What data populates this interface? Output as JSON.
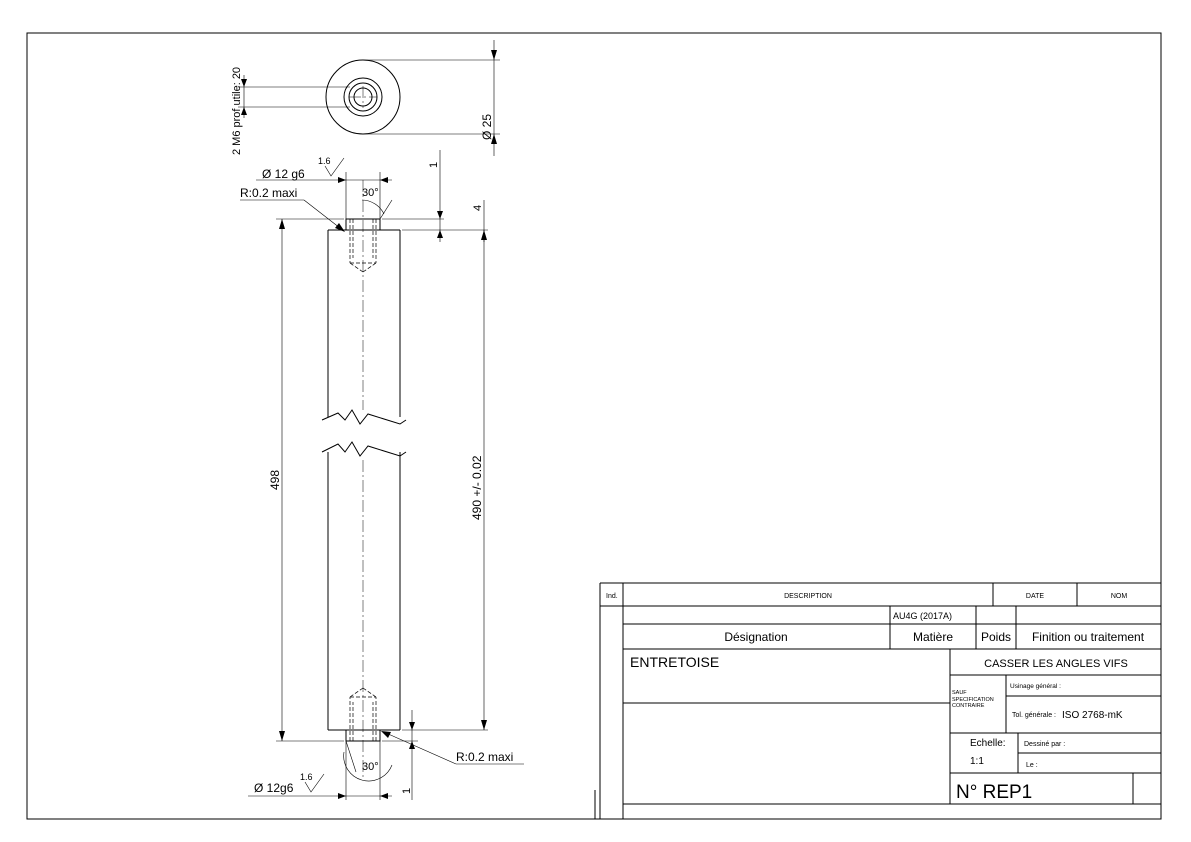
{
  "dimensions": {
    "thread_depth": "2 M6 prof utile: 20",
    "diameter_25": "Ø 25",
    "diameter_top": "Ø 12 g6",
    "roughness_top": "1.6",
    "radius_top": "R:0.2 maxi",
    "angle_top": "30°",
    "dim_1_top": "1",
    "dim_4": "4",
    "length_total": "498",
    "length_tol": "490 +/- 0.02",
    "radius_bottom": "R:0.2 maxi",
    "angle_bottom": "30°",
    "diameter_bottom": "Ø 12g6",
    "roughness_bottom": "1.6",
    "dim_1_bottom": "1"
  },
  "title_block": {
    "rev_header": "Ind.",
    "desc_header": "DESCRIPTION",
    "date_header": "DATE",
    "nom_header": "NOM",
    "material_value": "AU4G (2017A)",
    "designation_label": "Désignation",
    "matiere_label": "Matière",
    "poids_label": "Poids",
    "finition_label": "Finition ou traitement",
    "part_name": "ENTRETOISE",
    "casser_note": "CASSER LES ANGLES VIFS",
    "usinage_label": "Usinage général :",
    "sauf_note": "SAUF SPECIFICATION CONTRAIRE",
    "tol_label": "Tol. générale :",
    "tol_value": "ISO 2768-mK",
    "echelle_label": "Echelle:",
    "echelle_value": "1:1",
    "dessine_label": "Dessiné par :",
    "le_label": "Le :",
    "drawing_number": "N° REP1"
  }
}
